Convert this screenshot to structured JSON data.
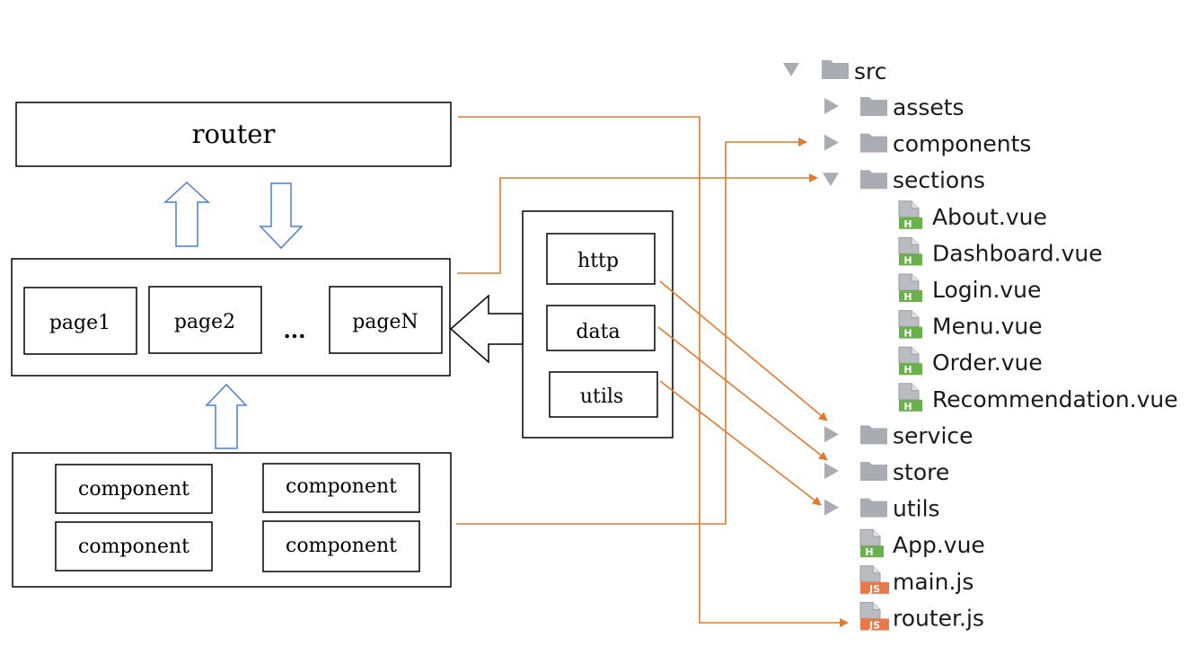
{
  "diagram": {
    "router": {
      "label": "router"
    },
    "pages": [
      {
        "label": "page1"
      },
      {
        "label": "page2"
      },
      {
        "label": "..."
      },
      {
        "label": "pageN"
      }
    ],
    "services": [
      {
        "label": "http"
      },
      {
        "label": "data"
      },
      {
        "label": "utils"
      }
    ],
    "components": [
      {
        "label": "component"
      },
      {
        "label": "component"
      },
      {
        "label": "component"
      },
      {
        "label": "component"
      }
    ]
  },
  "file_tree": {
    "root": {
      "name": "src",
      "icon": "folder-icon",
      "state": "expanded"
    },
    "items": [
      {
        "name": "assets",
        "icon": "folder-icon",
        "state": "collapsed"
      },
      {
        "name": "components",
        "icon": "folder-icon",
        "state": "collapsed"
      },
      {
        "name": "sections",
        "icon": "folder-icon",
        "state": "expanded"
      },
      {
        "name": "About.vue",
        "icon": "vue-file-icon",
        "badge": "H"
      },
      {
        "name": "Dashboard.vue",
        "icon": "vue-file-icon",
        "badge": "H"
      },
      {
        "name": "Login.vue",
        "icon": "vue-file-icon",
        "badge": "H"
      },
      {
        "name": "Menu.vue",
        "icon": "vue-file-icon",
        "badge": "H"
      },
      {
        "name": "Order.vue",
        "icon": "vue-file-icon",
        "badge": "H"
      },
      {
        "name": "Recommendation.vue",
        "icon": "vue-file-icon",
        "badge": "H"
      },
      {
        "name": "service",
        "icon": "folder-icon",
        "state": "collapsed"
      },
      {
        "name": "store",
        "icon": "folder-icon",
        "state": "collapsed"
      },
      {
        "name": "utils",
        "icon": "folder-icon",
        "state": "collapsed"
      },
      {
        "name": "App.vue",
        "icon": "vue-file-icon",
        "badge": "H"
      },
      {
        "name": "main.js",
        "icon": "js-file-icon",
        "badge": "JS"
      },
      {
        "name": "router.js",
        "icon": "js-file-icon",
        "badge": "JS"
      }
    ]
  },
  "colors": {
    "connector": "#e07b2e",
    "flow_arrow": "#4a7fd4",
    "folder": "#a9adb3",
    "triangle": "#a9adb3",
    "vue_badge": "#6ab04c",
    "js_badge": "#e8794a"
  }
}
